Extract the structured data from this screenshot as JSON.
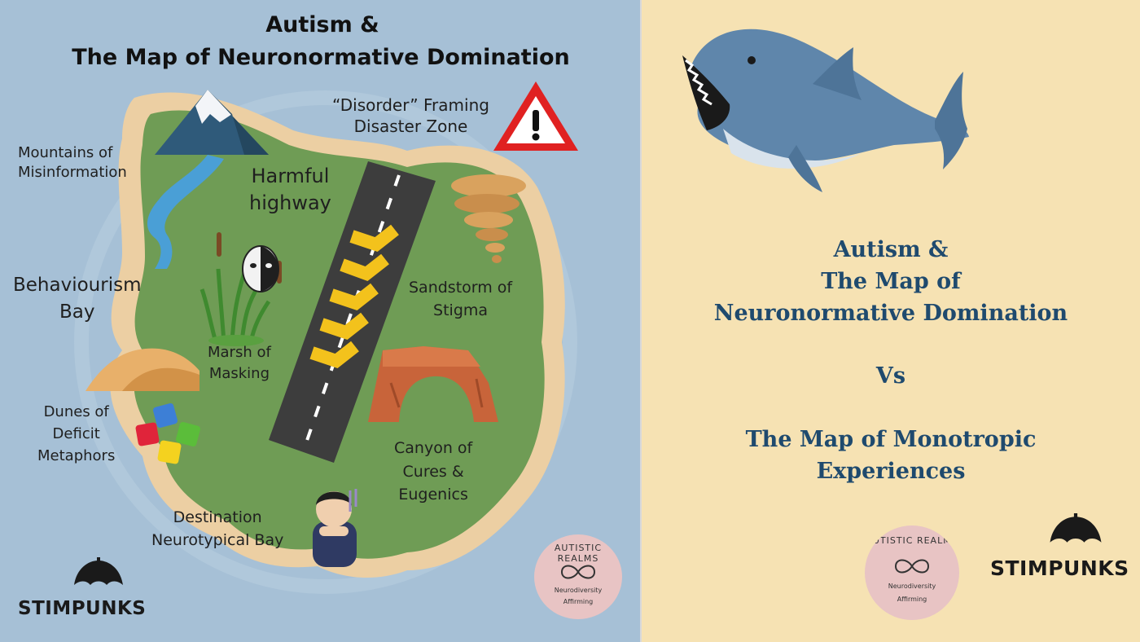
{
  "colors": {
    "left_bg": "#a6c0d6",
    "right_bg": "#f6e2b3",
    "title_blue": "#1f4a6e",
    "island_green": "#6f9c55",
    "sand": "#eccfa3",
    "road": "#3a3a3a",
    "chevron": "#f3c21c"
  },
  "icons": [
    "mountain-icon",
    "warning-icon",
    "tornado-icon",
    "mask-icon",
    "reeds-icon",
    "dune-icon",
    "puzzle-icon",
    "rock-arch-icon",
    "sad-person-icon",
    "shark-icon",
    "umbrella-icon",
    "infinity-icon"
  ],
  "map": {
    "title_line1": "Autism &",
    "title_line2": "The Map of Neuronormative Domination",
    "labels": {
      "mountains_1": "Mountains of",
      "mountains_2": "Misinformation",
      "disorder_1": "“Disorder” Framing",
      "disorder_2": "Disaster Zone",
      "highway_1": "Harmful",
      "highway_2": "highway",
      "behaviourism_1": "Behaviourism",
      "behaviourism_2": "Bay",
      "sandstorm_1": "Sandstorm of",
      "sandstorm_2": "Stigma",
      "marsh_1": "Marsh of",
      "marsh_2": "Masking",
      "dunes_1": "Dunes of",
      "dunes_2": "Deficit",
      "dunes_3": "Metaphors",
      "canyon_1": "Canyon of",
      "canyon_2": "Cures &",
      "canyon_3": "Eugenics",
      "destination_1": "Destination",
      "destination_2": "Neurotypical Bay"
    }
  },
  "right": {
    "line1": "Autism &",
    "line2": "The Map of",
    "line3": "Neuronormative Domination",
    "vs": "Vs",
    "line4": "The Map of Monotropic",
    "line5": "Experiences"
  },
  "logos": {
    "stimpunks": "STIMPUNKS",
    "badge_top_left": "AUTISTIC",
    "badge_top_right": "REALMS",
    "badge_line1": "Neurodiversity",
    "badge_line2": "Affirming"
  }
}
